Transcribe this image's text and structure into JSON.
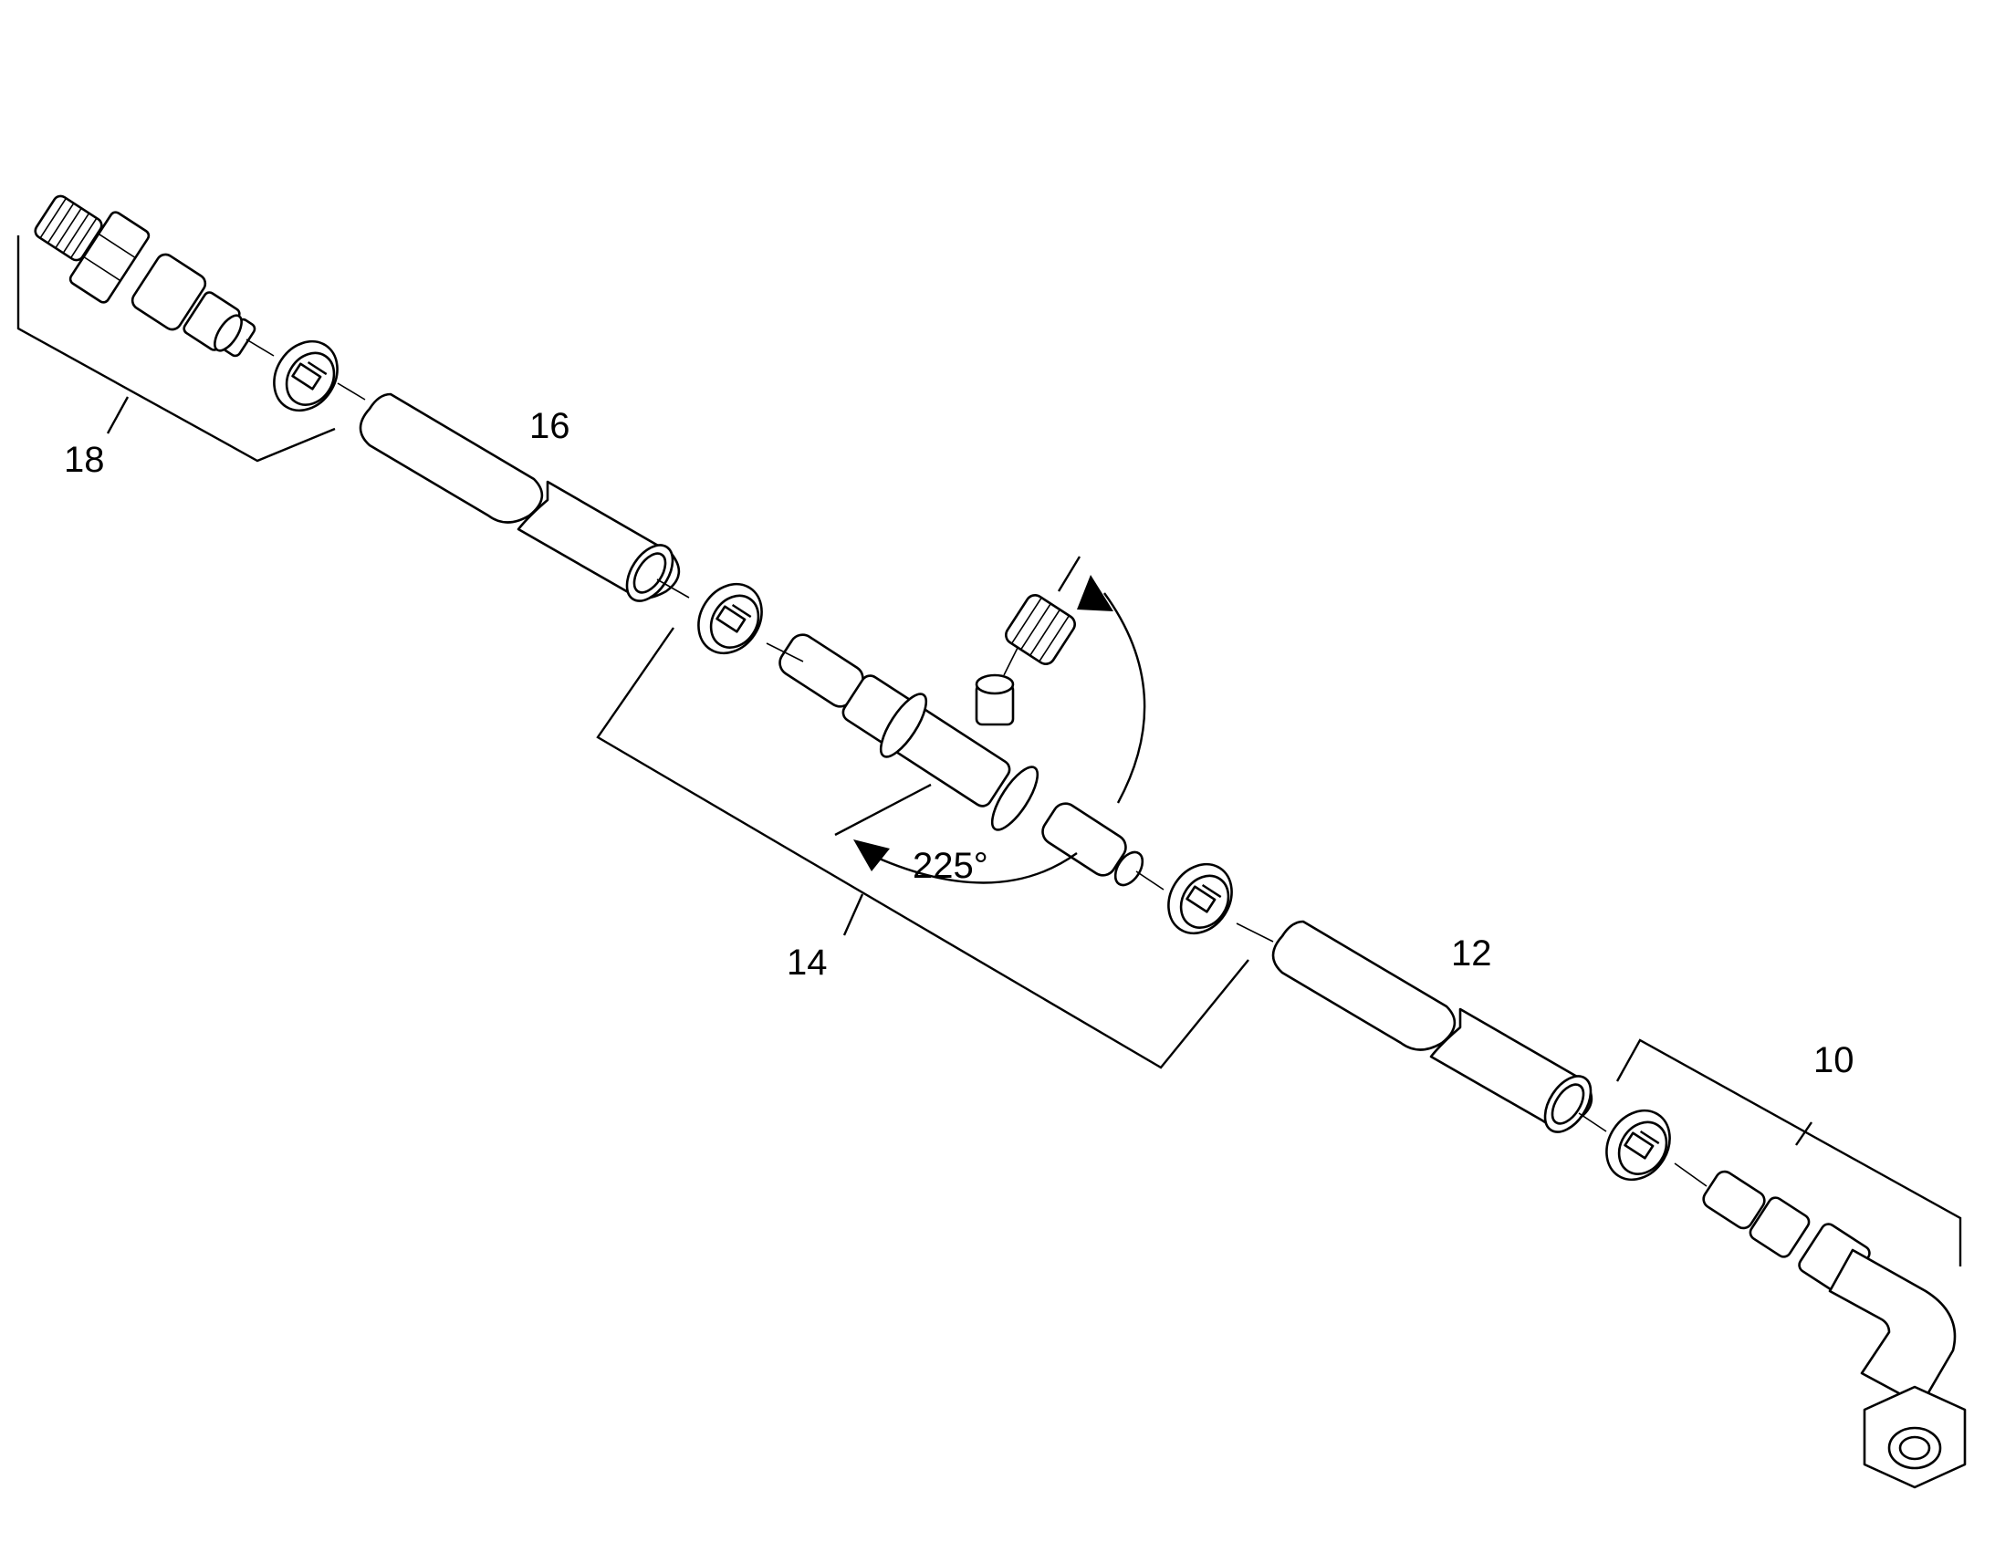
{
  "diagram": {
    "callouts": {
      "c10": "10",
      "c12": "12",
      "c14": "14",
      "c16": "16",
      "c18": "18"
    },
    "angle_label": "225°"
  },
  "colors": {
    "line": "#000000",
    "background": "#ffffff"
  }
}
